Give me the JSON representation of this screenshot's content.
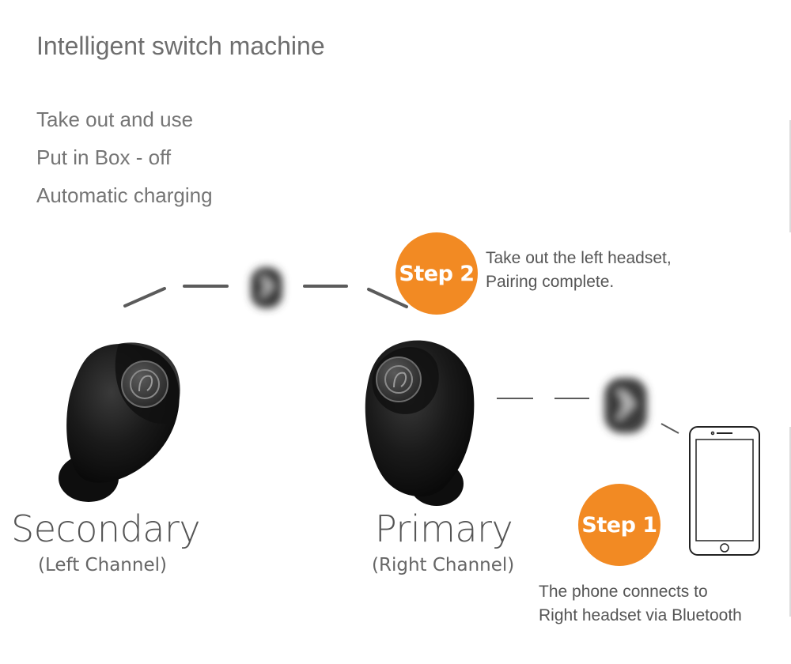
{
  "title": "Intelligent switch machine",
  "features": [
    "Take out and use",
    "Put in Box - off",
    "Automatic charging"
  ],
  "step2": {
    "badge": "Step 2",
    "text_line1": "Take out the left headset,",
    "text_line2": "Pairing complete."
  },
  "step1": {
    "badge": "Step 1",
    "text_line1": "The phone connects to",
    "text_line2": "Right headset via Bluetooth"
  },
  "secondary": {
    "label": "Secondary",
    "channel": "(Left Channel)"
  },
  "primary": {
    "label": "Primary",
    "channel": "(Right Channel)"
  },
  "colors": {
    "accent": "#f28a23",
    "earbud": "#151515",
    "text": "#6b6b6b"
  },
  "icons": [
    "bluetooth-icon",
    "bluetooth-icon",
    "smartphone-icon",
    "earbud-left",
    "earbud-right"
  ]
}
